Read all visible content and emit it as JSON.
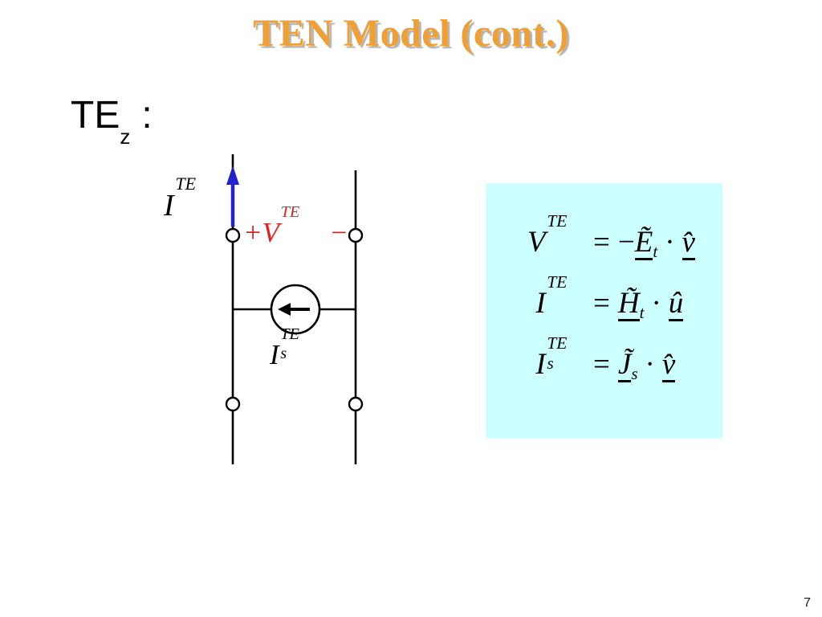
{
  "slide": {
    "title": "TEN Model (cont.)",
    "page_number": "7",
    "mode_label": {
      "base": "TE",
      "sub": "z",
      "colon": ":"
    }
  },
  "colors": {
    "title_orange": "#F0A032",
    "voltage_red": "#e02020",
    "arrow_blue": "#2222CC",
    "formula_background": "#CCFFFF"
  },
  "circuit": {
    "current_label": {
      "base": "I",
      "sup": "TE"
    },
    "voltage_label": {
      "plus": "+",
      "base": "V",
      "sup": "TE",
      "minus": "−"
    },
    "source_label": {
      "base": "I",
      "sup": "TE",
      "sub": "s"
    }
  },
  "formulas": {
    "rows": [
      {
        "lhs_base": "V",
        "lhs_sup": "TE",
        "lhs_sub": "",
        "equals": "=",
        "rhs_sign": "−",
        "rhs_base": "Ẽ",
        "rhs_sub": "t",
        "dot": "·",
        "rhs_unit": "v̂"
      },
      {
        "lhs_base": "I",
        "lhs_sup": "TE",
        "lhs_sub": "",
        "equals": "=",
        "rhs_sign": "",
        "rhs_base": "H̃",
        "rhs_sub": "t",
        "dot": "·",
        "rhs_unit": "û"
      },
      {
        "lhs_base": "I",
        "lhs_sup": "TE",
        "lhs_sub": "s",
        "equals": "=",
        "rhs_sign": "",
        "rhs_base": "J̃",
        "rhs_sub": "s",
        "dot": "·",
        "rhs_unit": "v̂"
      }
    ]
  }
}
